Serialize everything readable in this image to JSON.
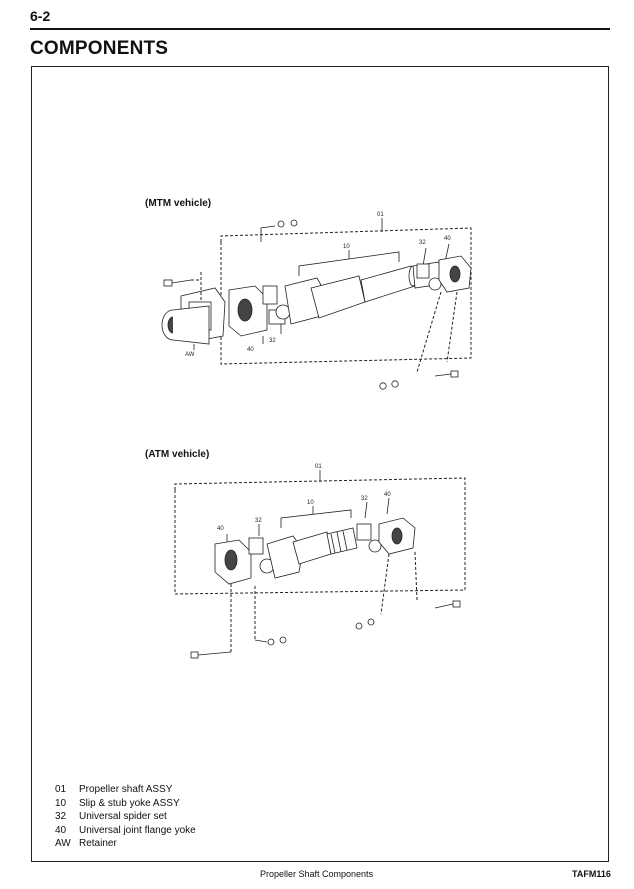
{
  "header": {
    "page_number": "6-2",
    "title": "COMPONENTS"
  },
  "diagrams": [
    {
      "caption": "(MTM vehicle)",
      "callouts": {
        "assy": "01",
        "slip": "10",
        "spider_a": "32",
        "spider_b": "32",
        "flange_a": "40",
        "flange_b": "40",
        "retainer": "AW"
      }
    },
    {
      "caption": "(ATM vehicle)",
      "callouts": {
        "assy": "01",
        "slip": "10",
        "spider_a": "32",
        "spider_b": "32",
        "flange_a": "40",
        "flange_b": "40"
      }
    }
  ],
  "legend": [
    {
      "code": "01",
      "text": "Propeller shaft ASSY"
    },
    {
      "code": "10",
      "text": "Slip & stub yoke ASSY"
    },
    {
      "code": "32",
      "text": "Universal spider set"
    },
    {
      "code": "40",
      "text": "Universal joint flange yoke"
    },
    {
      "code": "AW",
      "text": "Retainer"
    }
  ],
  "footer": {
    "title": "Propeller Shaft Components",
    "code": "TAFM116"
  }
}
